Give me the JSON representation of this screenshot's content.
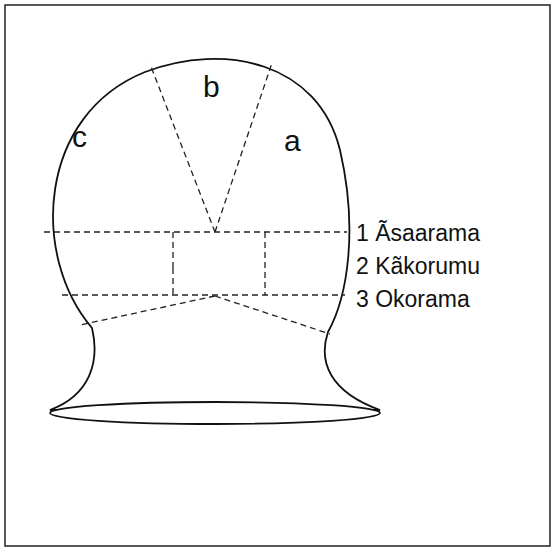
{
  "diagram": {
    "labels": [
      "b",
      "c",
      "a",
      "1 Ãsaarama",
      "2 Kãkorumu",
      "3 Okorama"
    ]
  }
}
